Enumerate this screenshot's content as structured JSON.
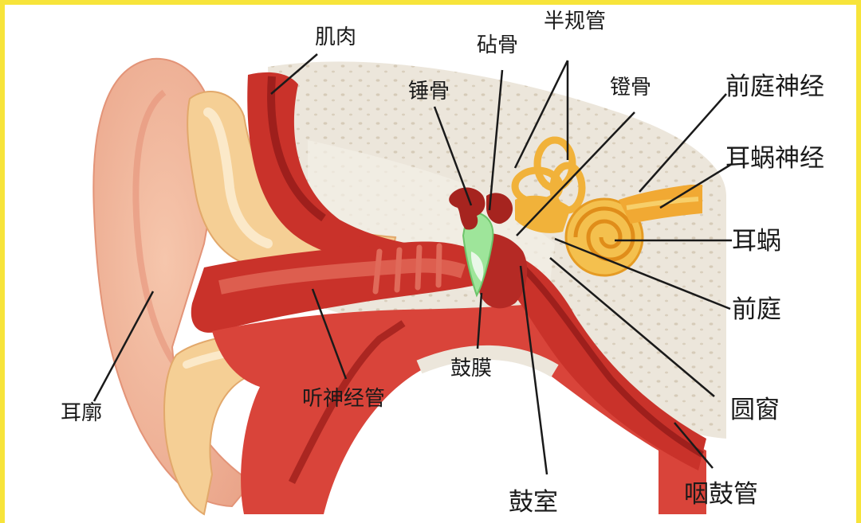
{
  "labels": {
    "muscle": "肌肉",
    "incus": "砧骨",
    "semicircular_canals": "半规管",
    "malleus": "锤骨",
    "stapes": "镫骨",
    "vestibular_nerve": "前庭神经",
    "cochlear_nerve": "耳蜗神经",
    "cochlea": "耳蜗",
    "vestibule": "前庭",
    "round_window": "圆窗",
    "eustachian_tube": "咽鼓管",
    "tympanic_cavity": "鼓室",
    "eardrum": "鼓膜",
    "auditory_nerve_canal": "听神经管",
    "auricle": "耳廓"
  },
  "colors": {
    "frame": "#f7e43a",
    "auricle_skin": "#f1b79c",
    "cartilage": "#f5cf95",
    "canal_red": "#c9322a",
    "dark_red": "#9e1f1c",
    "bone": "#ece6db",
    "eardrum_green": "#9ee59a",
    "inner_ear_orange": "#f1b23a"
  }
}
